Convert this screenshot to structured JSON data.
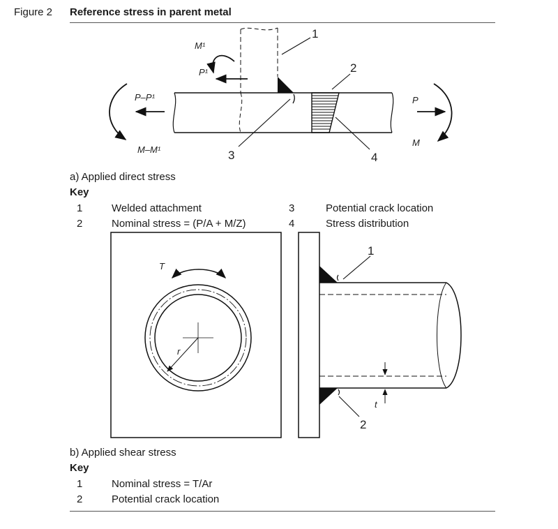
{
  "figure": {
    "number": "Figure 2",
    "title": "Reference stress in parent metal"
  },
  "part_a": {
    "caption": "a) Applied direct stress",
    "key_title": "Key",
    "key": [
      {
        "n": "1",
        "text": "Welded attachment"
      },
      {
        "n": "2",
        "text": "Nominal stress = (P/A + M/Z)"
      },
      {
        "n": "3",
        "text": "Potential crack location"
      },
      {
        "n": "4",
        "text": "Stress distribution"
      }
    ],
    "labels": {
      "m1": "M¹",
      "p1": "P¹",
      "pp1": "P–P¹",
      "mm1": "M–M¹",
      "p": "P",
      "m": "M",
      "c1": "1",
      "c2": "2",
      "c3": "3",
      "c4": "4"
    }
  },
  "part_b": {
    "caption": "b) Applied shear stress",
    "key_title": "Key",
    "key": [
      {
        "n": "1",
        "text": "Nominal stress = T/Ar"
      },
      {
        "n": "2",
        "text": "Potential crack location"
      }
    ],
    "labels": {
      "t_upper": "T",
      "r": "r",
      "t_lower": "t",
      "c1": "1",
      "c2": "2"
    }
  }
}
